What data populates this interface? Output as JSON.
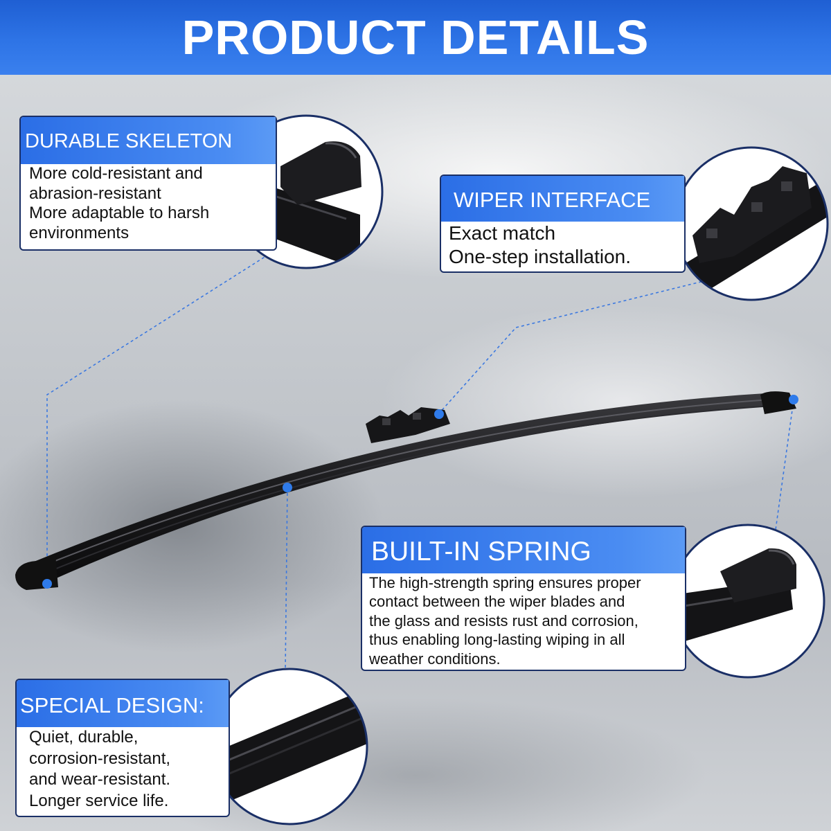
{
  "header": {
    "title": "PRODUCT DETAILS"
  },
  "callouts": {
    "durable_skeleton": {
      "title": "DURABLE SKELETON",
      "lines": [
        "More cold-resistant and",
        "abrasion-resistant",
        "More adaptable to harsh",
        "environments"
      ]
    },
    "wiper_interface": {
      "title": "WIPER INTERFACE",
      "lines": [
        "Exact match",
        "One-step installation."
      ]
    },
    "built_in_spring": {
      "title": "BUILT-IN SPRING",
      "lines": [
        "The high-strength spring ensures proper",
        "contact between the wiper blades and",
        "the glass and resists rust and corrosion,",
        "thus enabling long-lasting wiping in all",
        "weather conditions."
      ]
    },
    "special_design": {
      "title": "SPECIAL DESIGN:",
      "lines": [
        "Quiet, durable,",
        "corrosion-resistant,",
        "and wear-resistant.",
        "Longer service life."
      ]
    }
  },
  "colors": {
    "accent_blue": "#2e74e6",
    "callout_border": "#1a2f66",
    "marker_dot": "#2f7bea",
    "blade": "#1c1c1e"
  },
  "icons": [
    "wiper-blade-image",
    "blade-end-cap-closeup",
    "connector-closeup",
    "spring-end-closeup",
    "blade-rubber-closeup"
  ]
}
